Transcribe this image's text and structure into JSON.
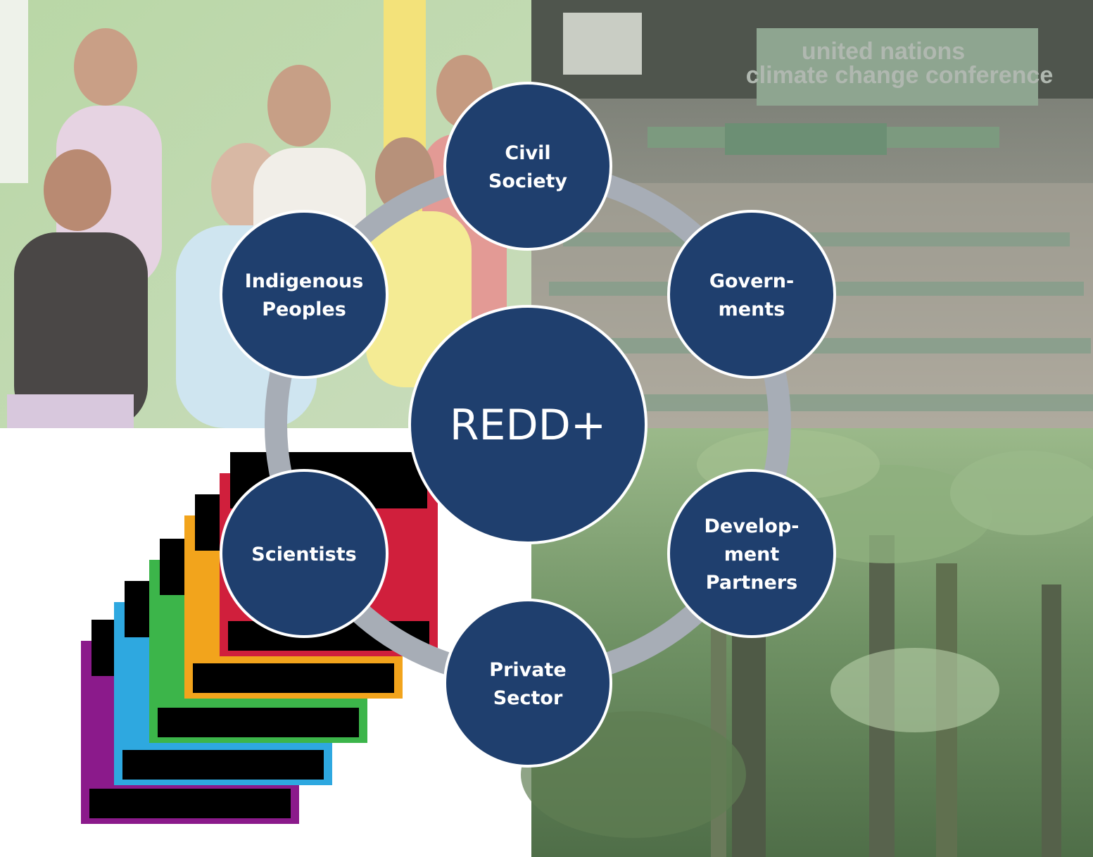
{
  "diagram": {
    "center": {
      "label": "REDD+"
    },
    "nodes": [
      {
        "id": "civil-society",
        "lines": [
          "Civil",
          "Society"
        ]
      },
      {
        "id": "governments",
        "lines": [
          "Govern-",
          "ments"
        ]
      },
      {
        "id": "development-partners",
        "lines": [
          "Develop-",
          "ment",
          "Partners"
        ]
      },
      {
        "id": "private-sector",
        "lines": [
          "Private",
          "Sector"
        ]
      },
      {
        "id": "scientists",
        "lines": [
          "Scientists"
        ]
      },
      {
        "id": "indigenous-peoples",
        "lines": [
          "Indigenous",
          "Peoples"
        ]
      }
    ],
    "colors": {
      "node_fill": "#1f3f6e",
      "node_stroke": "#ffffff",
      "ring": "#a7adb6",
      "journal_colors": [
        "#8b1a8b",
        "#2ea8e0",
        "#3cb54a",
        "#f2a41c",
        "#d01f3c"
      ]
    }
  },
  "photos": {
    "conference_banner_line1": "united nations",
    "conference_banner_line2": "climate change conference"
  }
}
